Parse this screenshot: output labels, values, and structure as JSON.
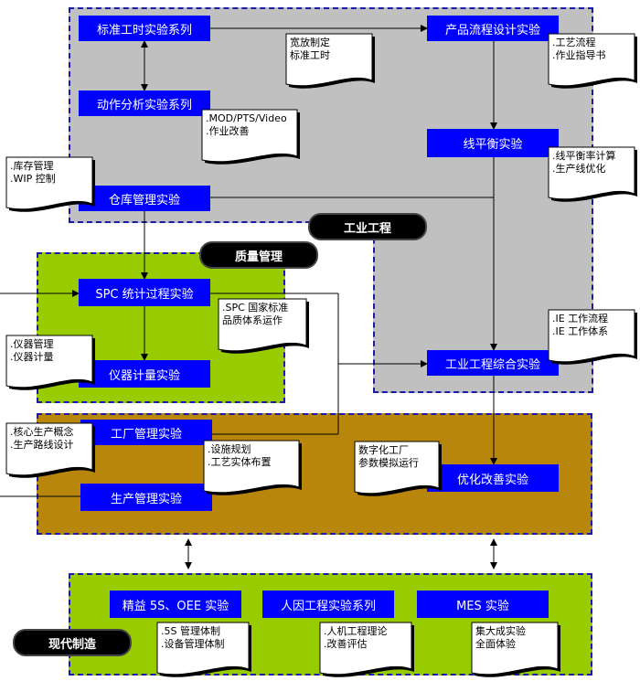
{
  "regions": {
    "ie": "工业工程",
    "qm": "质量管理",
    "mm": "现代制造"
  },
  "boxes": {
    "std_time": "标准工时实验系列",
    "motion": "动作分析实验系列",
    "warehouse": "仓库管理实验",
    "product_flow": "产品流程设计实验",
    "line_balance": "线平衡实验",
    "ie_comp": "工业工程综合实验",
    "spc": "SPC 统计过程实验",
    "instrument": "仪器计量实验",
    "factory": "工厂管理实验",
    "production": "生产管理实验",
    "optimize": "优化改善实验",
    "lean": "精益 5S、OEE 实验",
    "ergo": "人因工程实验系列",
    "mes": "MES 实验"
  },
  "notes": {
    "n_std": [
      "宽放制定",
      "标准工时"
    ],
    "n_flow": [
      ".工艺流程",
      ".作业指导书"
    ],
    "n_mod": [
      ".MOD/PTS/Video",
      ".作业改善"
    ],
    "n_lb": [
      ".线平衡率计算",
      ".生产线优化"
    ],
    "n_wh": [
      ".库存管理",
      ".WIP 控制"
    ],
    "n_ie": [
      ".IE 工作流程",
      ".IE 工作体系"
    ],
    "n_spc": [
      ".SPC 国家标准",
      "品质体系运作"
    ],
    "n_inst": [
      ".仪器管理",
      ".仪器计量"
    ],
    "n_fac": [
      ".核心生产概念",
      ".生产路线设计"
    ],
    "n_prod": [
      ".设施规划",
      ".工艺实体布置"
    ],
    "n_opt": [
      "数字化工厂",
      "参数模拟运行"
    ],
    "n_lean": [
      ".5S 管理体制",
      ".设备管理体制"
    ],
    "n_ergo": [
      ".人机工程理论",
      ".改善评估"
    ],
    "n_mes": [
      "集大成实验",
      "全面体验"
    ]
  }
}
